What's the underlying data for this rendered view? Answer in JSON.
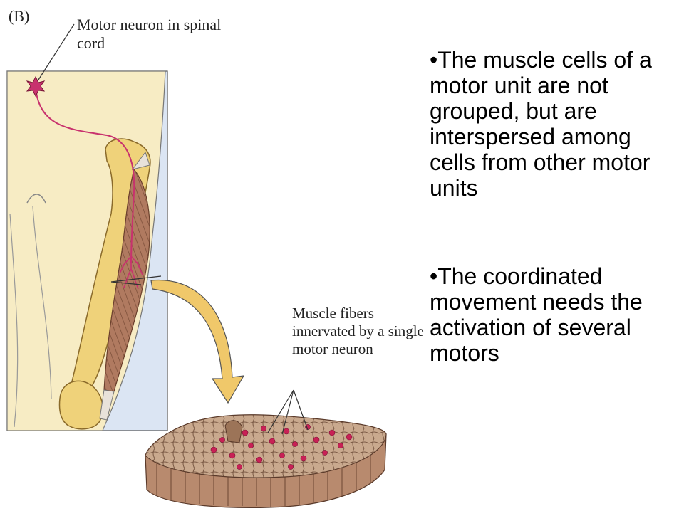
{
  "figure": {
    "panel_label": "(B)",
    "label_motor_neuron": "Motor neuron in spinal cord",
    "label_muscle_fibers": "Muscle fibers innervated by a single motor neuron"
  },
  "bullets": [
    "•The muscle cells of a motor unit are not grouped, but are interspersed among cells from other motor units",
    "•The coordinated movement needs the activation of several motors"
  ],
  "colors": {
    "skin": "#f7ecc4",
    "bone": "#efd27a",
    "background_panel": "#dbe5f3",
    "muscle": "#b07a60",
    "nerve": "#c8326e",
    "arrow": "#f0c86a",
    "cross_section": "#c9a98e",
    "innervated_fibers": "#c82155"
  }
}
